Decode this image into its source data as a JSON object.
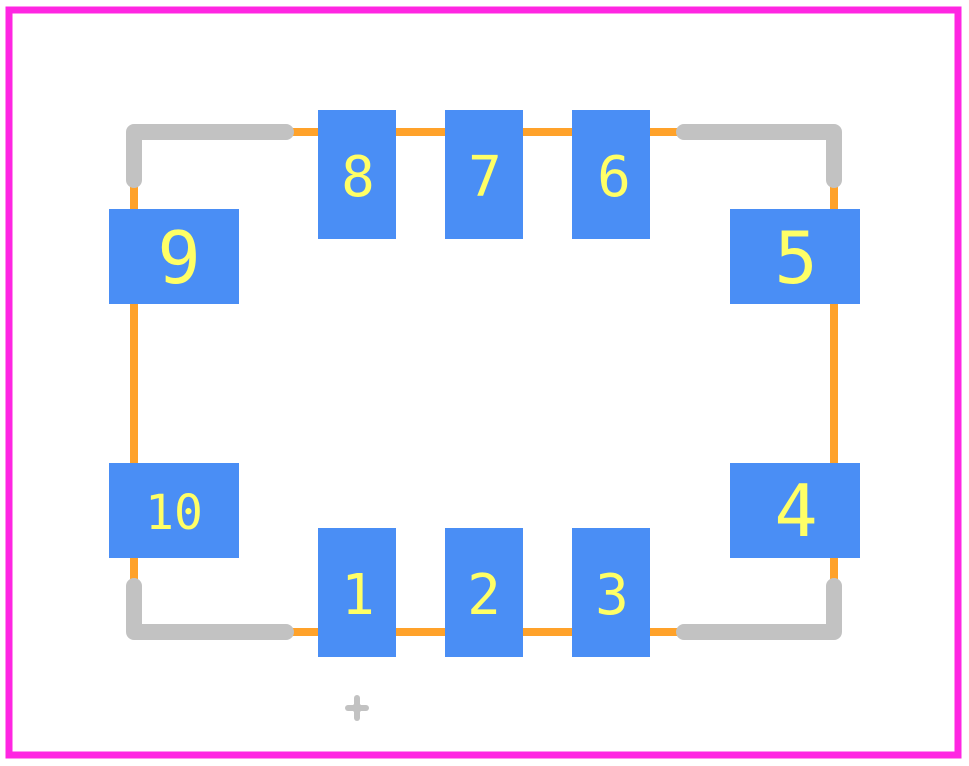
{
  "colors": {
    "background": "#ffffff",
    "courtyard": "#ff26e2",
    "fab_outline": "#ffa22a",
    "silkscreen": "#c2c2c2",
    "pad": "#4a8ef5",
    "pad_label": "#ffff66"
  },
  "pads": [
    {
      "number": "1"
    },
    {
      "number": "2"
    },
    {
      "number": "3"
    },
    {
      "number": "4"
    },
    {
      "number": "5"
    },
    {
      "number": "6"
    },
    {
      "number": "7"
    },
    {
      "number": "8"
    },
    {
      "number": "9"
    },
    {
      "number": "10"
    }
  ],
  "pin1_marker": "origin-cross-icon"
}
